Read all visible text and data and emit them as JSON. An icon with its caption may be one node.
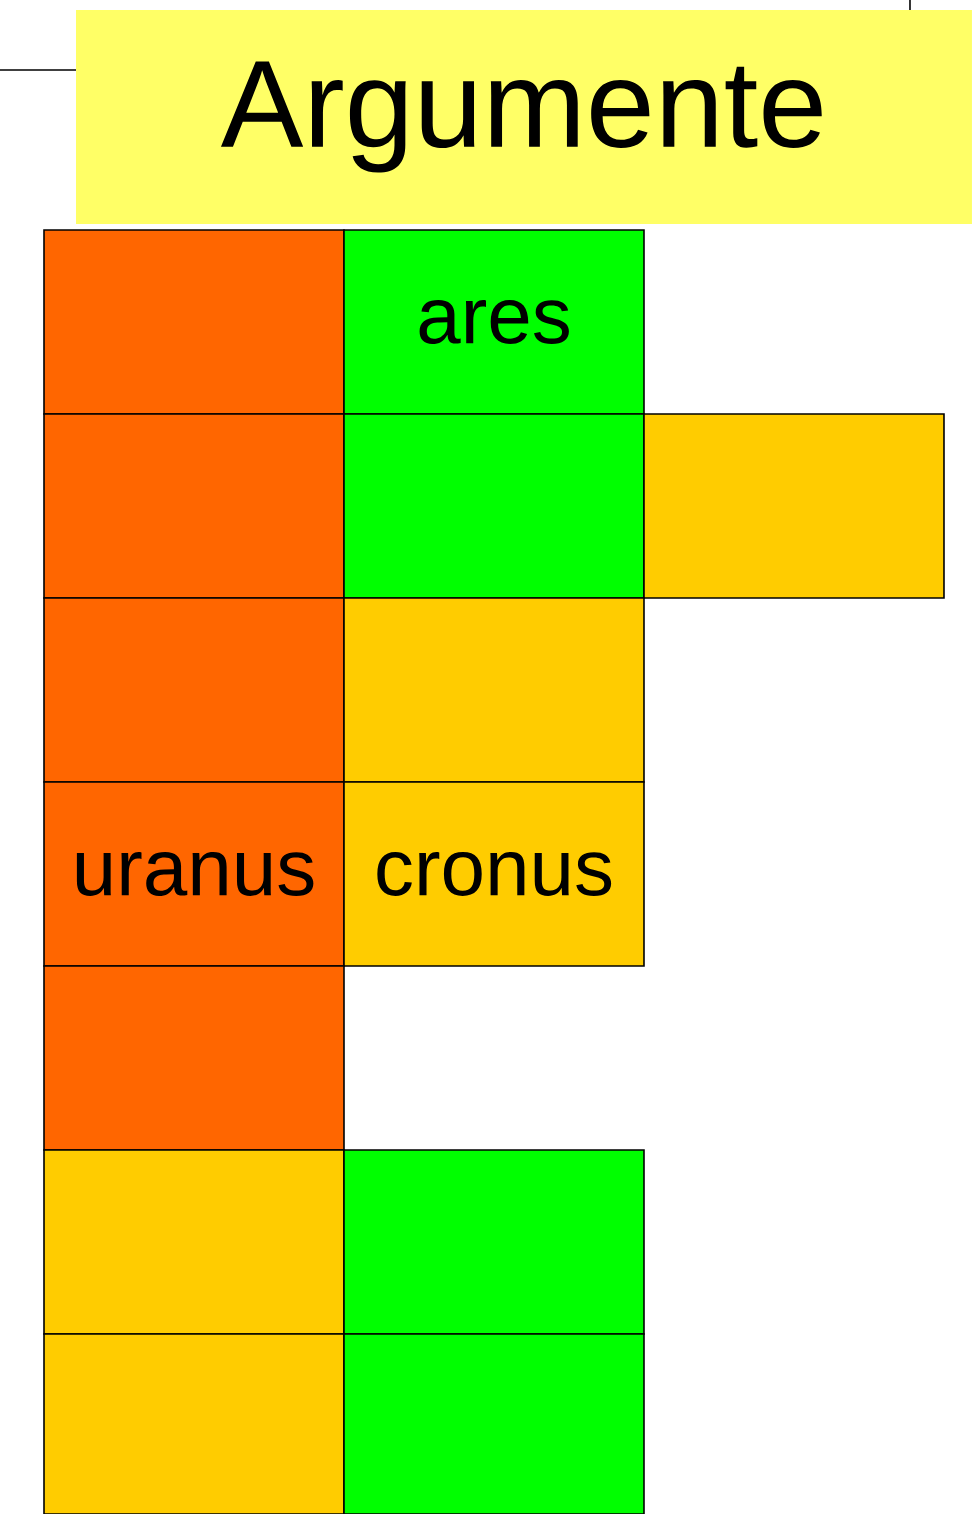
{
  "diagram": {
    "title": "Argumente",
    "nodes": [
      {
        "text": [],
        "shape": "box"
      },
      {
        "text": [
          "ares"
        ]
      },
      {
        "text": [],
        "shape": "box"
      },
      {
        "text": [],
        "shape": "box"
      },
      {
        "text": [],
        "shape": "box"
      },
      {
        "text": [],
        "shape": "box"
      },
      {
        "text": [],
        "shape": "box"
      },
      {
        "text": [
          "uranus"
        ]
      },
      {
        "text": [
          "cronus"
        ]
      },
      {
        "text": [],
        "shape": "box"
      },
      {
        "text": [],
        "shape": "box"
      },
      {
        "text": [],
        "shape": "box"
      },
      {
        "text": [],
        "shape": "box"
      },
      {
        "text": [],
        "shape": "box"
      }
    ]
  }
}
